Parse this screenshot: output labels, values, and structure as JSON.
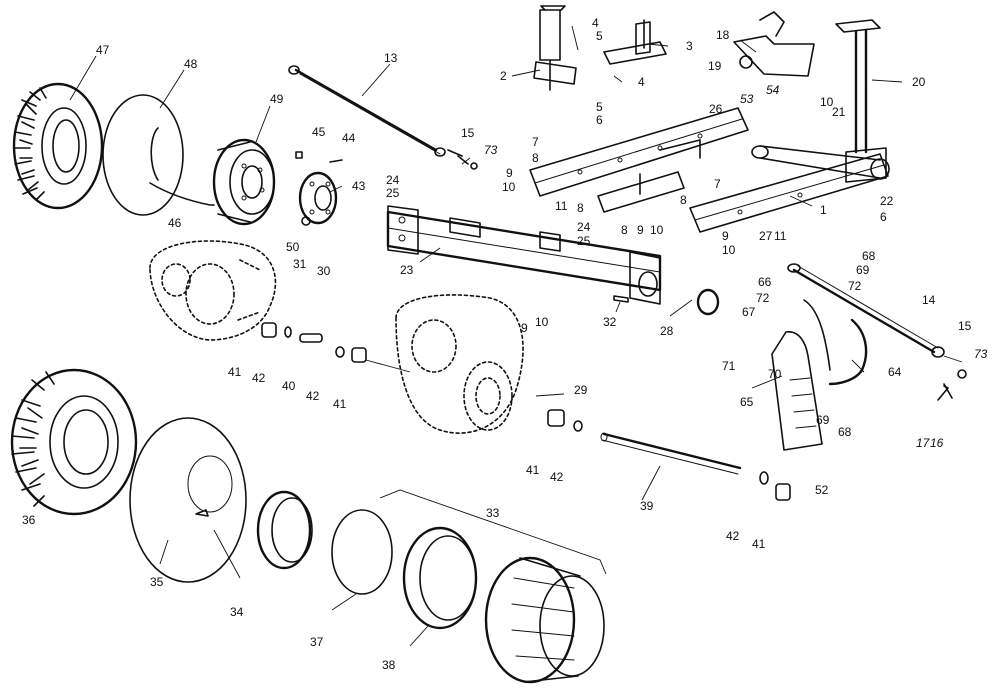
{
  "callouts": {
    "n1": "1",
    "n2": "2",
    "n3": "3",
    "n4a": "4",
    "n4b": "4",
    "n5a": "5",
    "n5b": "5",
    "n6a": "6",
    "n6b": "6",
    "n7a": "7",
    "n7b": "7",
    "n8a": "8",
    "n8b": "8",
    "n8c": "8",
    "n8d": "8",
    "n9a": "9",
    "n9b": "9",
    "n9c": "9",
    "n9d": "9",
    "n10a": "10",
    "n10b": "10",
    "n10c": "10",
    "n10d": "10",
    "n10e": "10",
    "n11a": "11",
    "n11b": "11",
    "n13": "13",
    "n14": "14",
    "n15a": "15",
    "n15b": "15",
    "n16": "16",
    "n17": "17",
    "n18": "18",
    "n19": "19",
    "n20": "20",
    "n21": "21",
    "n22": "22",
    "n23": "23",
    "n24a": "24",
    "n24b": "24",
    "n25a": "25",
    "n25b": "25",
    "n26": "26",
    "n27": "27",
    "n28": "28",
    "n29": "29",
    "n30": "30",
    "n31": "31",
    "n32": "32",
    "n33": "33",
    "n34": "34",
    "n35": "35",
    "n36": "36",
    "n37": "37",
    "n38": "38",
    "n39": "39",
    "n40": "40",
    "n41a": "41",
    "n41b": "41",
    "n41c": "41",
    "n41d": "41",
    "n42a": "42",
    "n42b": "42",
    "n42c": "42",
    "n42d": "42",
    "n43": "43",
    "n44": "44",
    "n45": "45",
    "n46": "46",
    "n47": "47",
    "n48": "48",
    "n49": "49",
    "n50": "50",
    "n52": "52",
    "n53": "53",
    "n54": "54",
    "n64": "64",
    "n65": "65",
    "n66": "66",
    "n67": "67",
    "n68a": "68",
    "n68b": "68",
    "n69a": "69",
    "n69b": "69",
    "n70": "70",
    "n71": "71",
    "n72a": "72",
    "n72b": "72",
    "n73a": "73",
    "n73b": "73"
  }
}
